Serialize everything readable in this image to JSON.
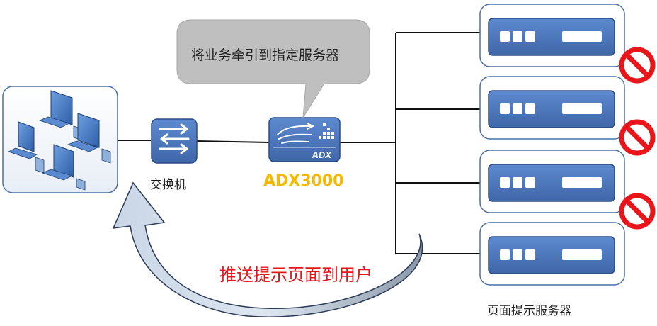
{
  "callout": {
    "text": "将业务牵引到指定服务器"
  },
  "switch": {
    "label": "交换机",
    "icon": "switch-arrows-icon"
  },
  "adx": {
    "label": "ADX3000",
    "brand_text": "ADX",
    "label_color": "#f5b800"
  },
  "servers": {
    "label": "页面提示服务器",
    "count": 4,
    "blocked": [
      true,
      true,
      true,
      false
    ]
  },
  "push_arrow": {
    "label": "推送提示页面到用户",
    "label_color": "#e8161a"
  },
  "colors": {
    "device_blue": "#4a76b8",
    "prohibit_red": "#e8161a",
    "frame_border": "#4a6fa5",
    "line": "#111111",
    "bubble_fill": "#bfbfbf"
  }
}
